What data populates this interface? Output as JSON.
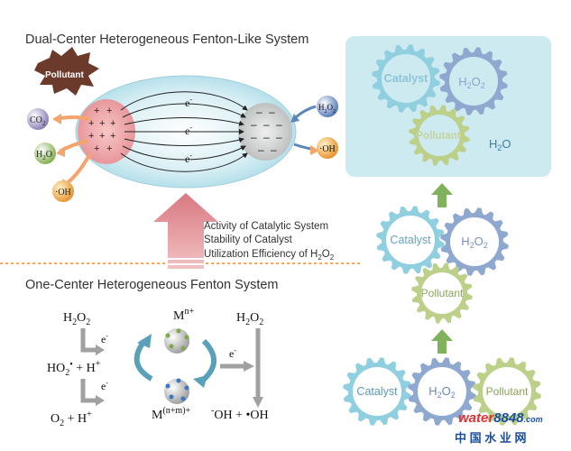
{
  "titles": {
    "dual": "Dual-Center Heterogeneous Fenton-Like System",
    "one": "One-Center Heterogeneous Fenton System"
  },
  "left_labels": {
    "pollutant": "Pollutant",
    "co2": "CO",
    "co2_sub": "2",
    "h2o": "H",
    "h2o_sub": "2",
    "h2o_tail": "O",
    "oh": "·OH"
  },
  "right_labels": {
    "h2o2": "H",
    "h2o2_sub": "2",
    "h2o2_tail": "O",
    "h2o2_sub2": "2",
    "oh": "·OH"
  },
  "electron": {
    "sym": "e",
    "sup": "-"
  },
  "improvements": {
    "line1": "Activity of Catalytic System",
    "line2": "Stability of Catalyst",
    "line3_pre": "Utilization Efficiency of H",
    "line3_sub": "2",
    "line3_mid": "O",
    "line3_sub2": "2"
  },
  "gears": {
    "catalyst": "Catalyst",
    "pollutant": "Pollutant",
    "h2o2_H": "H",
    "h2o2_sub": "2",
    "h2o2_O": "O"
  },
  "water_panel": {
    "H": "H",
    "sub": "2",
    "O": "O"
  },
  "mechanism": {
    "h2o2_left_H": "H",
    "sub2": "2",
    "h2o2_left_O": "O",
    "ho2_main": "HO",
    "ho2_sup": "•",
    "plus_h": "+ H",
    "h_sup": "+",
    "o2_main": "O",
    "o2_plus": "+ H",
    "mn": "M",
    "mn_sup": "n+",
    "mnm": "M",
    "mnm_sup": "(n+m)+",
    "e_label": "e",
    "e_sup": "-",
    "h2o2_right_H": "H",
    "h2o2_right_O": "O",
    "products_oh": "OH + •OH",
    "products_sup": "-"
  },
  "watermark": {
    "brand": "water",
    "num": "8848",
    "com": ".com",
    "cn": "中 国 水 业 网"
  },
  "colors": {
    "gear_blue": "#8fa8cf",
    "gear_green": "#bcd08a",
    "gear_cyan": "#90cfe0",
    "arrow_pink": "#d9868c",
    "dashed_orange": "#f2a76a"
  }
}
